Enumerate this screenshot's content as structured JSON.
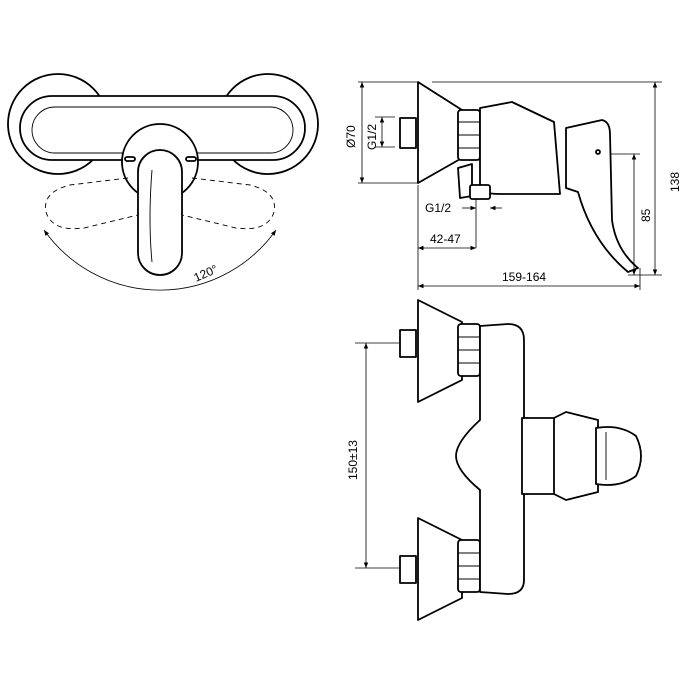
{
  "colors": {
    "line": "#000000",
    "background": "#ffffff"
  },
  "top_view": {
    "rotation_label": "120°"
  },
  "side_view": {
    "diameter_label": "Ø70",
    "thread_top_label": "G1/2",
    "thread_bottom_label": "G1/2",
    "offset_label": "42-47",
    "depth_label": "159-164",
    "height_label": "138",
    "lever_height_label": "85"
  },
  "front_view": {
    "spacing_label": "150±13"
  }
}
